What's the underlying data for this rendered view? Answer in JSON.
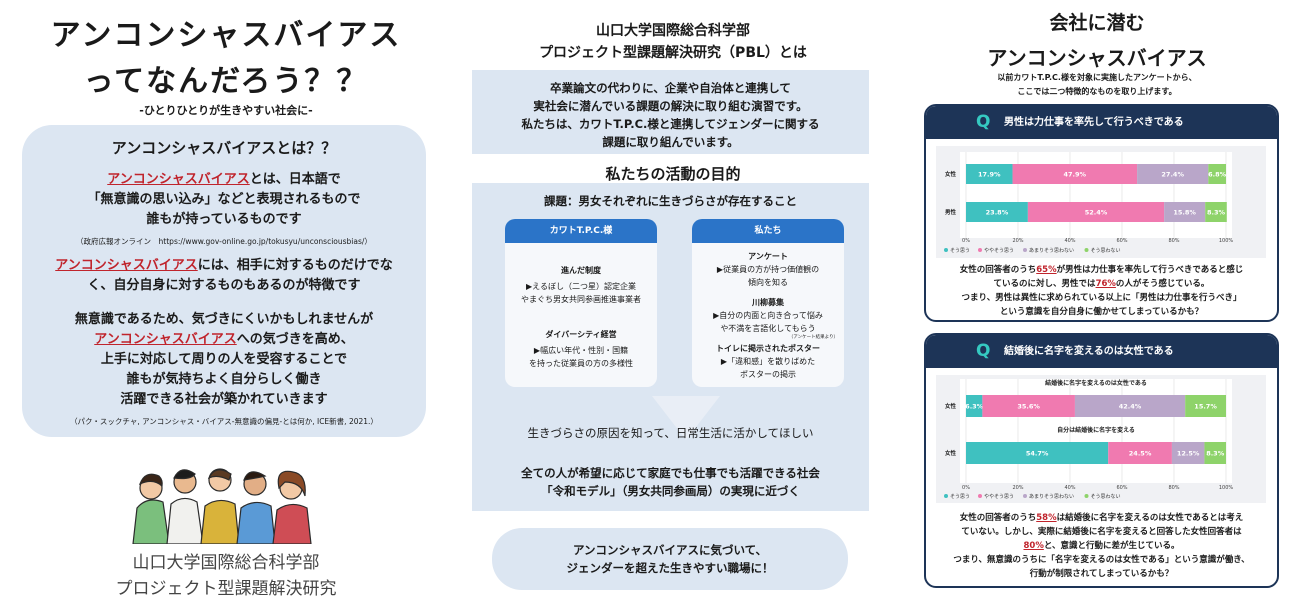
{
  "left": {
    "title_line1": "アンコンシャスバイアス",
    "title_line2": "ってなんだろう？？",
    "tagline": "-ひとりひとりが生きやすい社会に-",
    "heading": "アンコンシャスバイアスとは？？",
    "def_term": "アンコンシャスバイアス",
    "def_rest1": "とは、日本語で",
    "def_line2": "「無意識の思い込み」などと表現されるもので",
    "def_line3": "誰もが持っているものです",
    "source1": "（政府広報オンライン　https://www.gov-online.go.jp/tokusyu/unconsciousbias/）",
    "p2_term": "アンコンシャスバイアス",
    "p2_rest": "には、相手に対するものだけでな",
    "p2_line2": "く、自分自身に対するものもあるのが特徴です",
    "p3_line1": "無意識であるため、気づきにくいかもしれませんが",
    "p3_term": "アンコンシャスバイアス",
    "p3_rest": "への気づきを高め、",
    "p3_line3": "上手に対応して周りの人を受容することで",
    "p3_line4": "誰もが気持ちよく自分らしく働き",
    "p3_line5": "活躍できる社会が築かれていきます",
    "source2": "（パク・スックチャ, アンコンシャス・バイアス-無意識の偏見-とは何か, ICE新書, 2021.）",
    "org_line1": "山口大学国際総合科学部",
    "org_line2": "プロジェクト型課題解決研究"
  },
  "middle": {
    "title_line1": "山口大学国際総合科学部",
    "title_line2": "プロジェクト型課題解決研究（PBL）とは",
    "intro": [
      "卒業論文の代わりに、企業や自治体と連携して",
      "実社会に潜んでいる課題の解決に取り組む演習です。",
      "私たちは、カワトT.P.C.様と連携してジェンダーに関する",
      "課題に取り組んでいます。"
    ],
    "purpose_heading": "私たちの活動の目的",
    "issue": "課題：男女それぞれに生きづらさが存在すること",
    "card1": {
      "header": "カワトT.P.C.様",
      "h1": "進んだ制度",
      "l1": "▶えるぼし（二つ星）認定企業",
      "l2": "やまぐち男女共同参画推進事業者",
      "h2": "ダイバーシティ経営",
      "l3": "▶幅広い年代・性別・国籍",
      "l4": "を持った従業員の方の多様性"
    },
    "card2": {
      "header": "私たち",
      "h1": "アンケート",
      "l1": "▶従業員の方が持つ価値観の",
      "l2": "傾向を知る",
      "h2": "川柳募集",
      "l3": "▶自分の内面と向き合って悩み",
      "l4": "や不満を言語化してもらう",
      "note": "（アンケート結果より）",
      "h3": "トイレに掲示されたポスター",
      "l5": "▶「違和感」を散りばめた",
      "l6": "ポスターの掲示"
    },
    "hope": "生きづらさの原因を知って、日常生活に活かしてほしい",
    "goal_line1": "全ての人が希望に応じて家庭でも仕事でも活躍できる社会",
    "goal_line2": "「令和モデル」（男女共同参画局）の実現に近づく",
    "call_line1": "アンコンシャスバイアスに気づいて、",
    "call_line2": "ジェンダーを超えた生きやすい職場に！"
  },
  "right": {
    "title_line1": "会社に潜む",
    "title_line2": "アンコンシャスバイアス",
    "sub_line1": "以前カワトT.P.C.様を対象に実施したアンケートから、",
    "sub_line2": "ここでは二つ特徴的なものを取り上げます。",
    "q_letter": "Q",
    "q1_text": "男性は力仕事を率先して行うべきである",
    "q2_text": "結婚後に名字を変えるのは女性である",
    "a1_pre": "女性の回答者のうち",
    "a1_pct": "65%",
    "a1_mid": "が男性は力仕事を率先して行うべきであると感じ",
    "a1_l2_pre": "ているのに対し、男性では",
    "a1_l2_pct": "76%",
    "a1_l2_post": "の人がそう感じている。",
    "a1_l3": "つまり、男性は異性に求められている以上に「男性は力仕事を行うべき」",
    "a1_l4": "という意識を自分自身に働かせてしまっているかも？",
    "a2_pre": "女性の回答者のうち",
    "a2_pct": "58%",
    "a2_mid": "は結婚後に名字を変えるのは女性であるとは考え",
    "a2_l2": "ていない。しかし、実際に結婚後に名字を変えると回答した女性回答者は",
    "a2_l3_pct": "80%",
    "a2_l3_post": "と、意識と行動に差が生じている。",
    "a2_l4": "つまり、無意識のうちに「名字を変えるのは女性である」という意識が働き、",
    "a2_l5": "行動が制限されてしまっているかも？"
  },
  "chart_data": [
    {
      "type": "bar",
      "orientation": "horizontal-stacked",
      "categories": [
        "女性",
        "男性"
      ],
      "series": [
        {
          "name": "そう思う",
          "values": [
            17.9,
            23.8
          ]
        },
        {
          "name": "ややそう思う",
          "values": [
            47.9,
            52.4
          ]
        },
        {
          "name": "あまりそう思わない",
          "values": [
            27.4,
            15.8
          ]
        },
        {
          "name": "そう思わない",
          "values": [
            6.8,
            8.3
          ]
        }
      ],
      "data_labels": [
        [
          "17.9%",
          "47.9%",
          "27.4%",
          "6.8%"
        ],
        [
          "23.8%",
          "52.4%",
          "15.8%",
          "8.3%"
        ]
      ],
      "x_ticks": [
        "0%",
        "20%",
        "40%",
        "60%",
        "80%",
        "100%"
      ],
      "xlim": [
        0,
        100
      ],
      "legend": "bottom",
      "colors": [
        "#3fc1c0",
        "#f07ab0",
        "#b9a6c9",
        "#8ed36a"
      ]
    },
    {
      "type": "bar",
      "orientation": "horizontal-stacked",
      "panels": [
        "結婚後に名字を変えるのは女性である",
        "自分は結婚後に名字を変える"
      ],
      "categories": [
        "女性",
        "女性"
      ],
      "series": [
        {
          "name": "そう思う",
          "values": [
            6.3,
            54.7
          ]
        },
        {
          "name": "ややそう思う",
          "values": [
            35.6,
            24.5
          ]
        },
        {
          "name": "あまりそう思わない",
          "values": [
            42.4,
            12.5
          ]
        },
        {
          "name": "そう思わない",
          "values": [
            15.7,
            8.3
          ]
        }
      ],
      "data_labels": [
        [
          "6.3%",
          "35.6%",
          "42.4%",
          "15.7%"
        ],
        [
          "54.7%",
          "24.5%",
          "12.5%",
          "8.3%"
        ]
      ],
      "x_ticks": [
        "0%",
        "20%",
        "40%",
        "60%",
        "80%",
        "100%"
      ],
      "xlim": [
        0,
        100
      ],
      "legend": "bottom",
      "colors": [
        "#3fc1c0",
        "#f07ab0",
        "#b9a6c9",
        "#8ed36a"
      ]
    }
  ]
}
